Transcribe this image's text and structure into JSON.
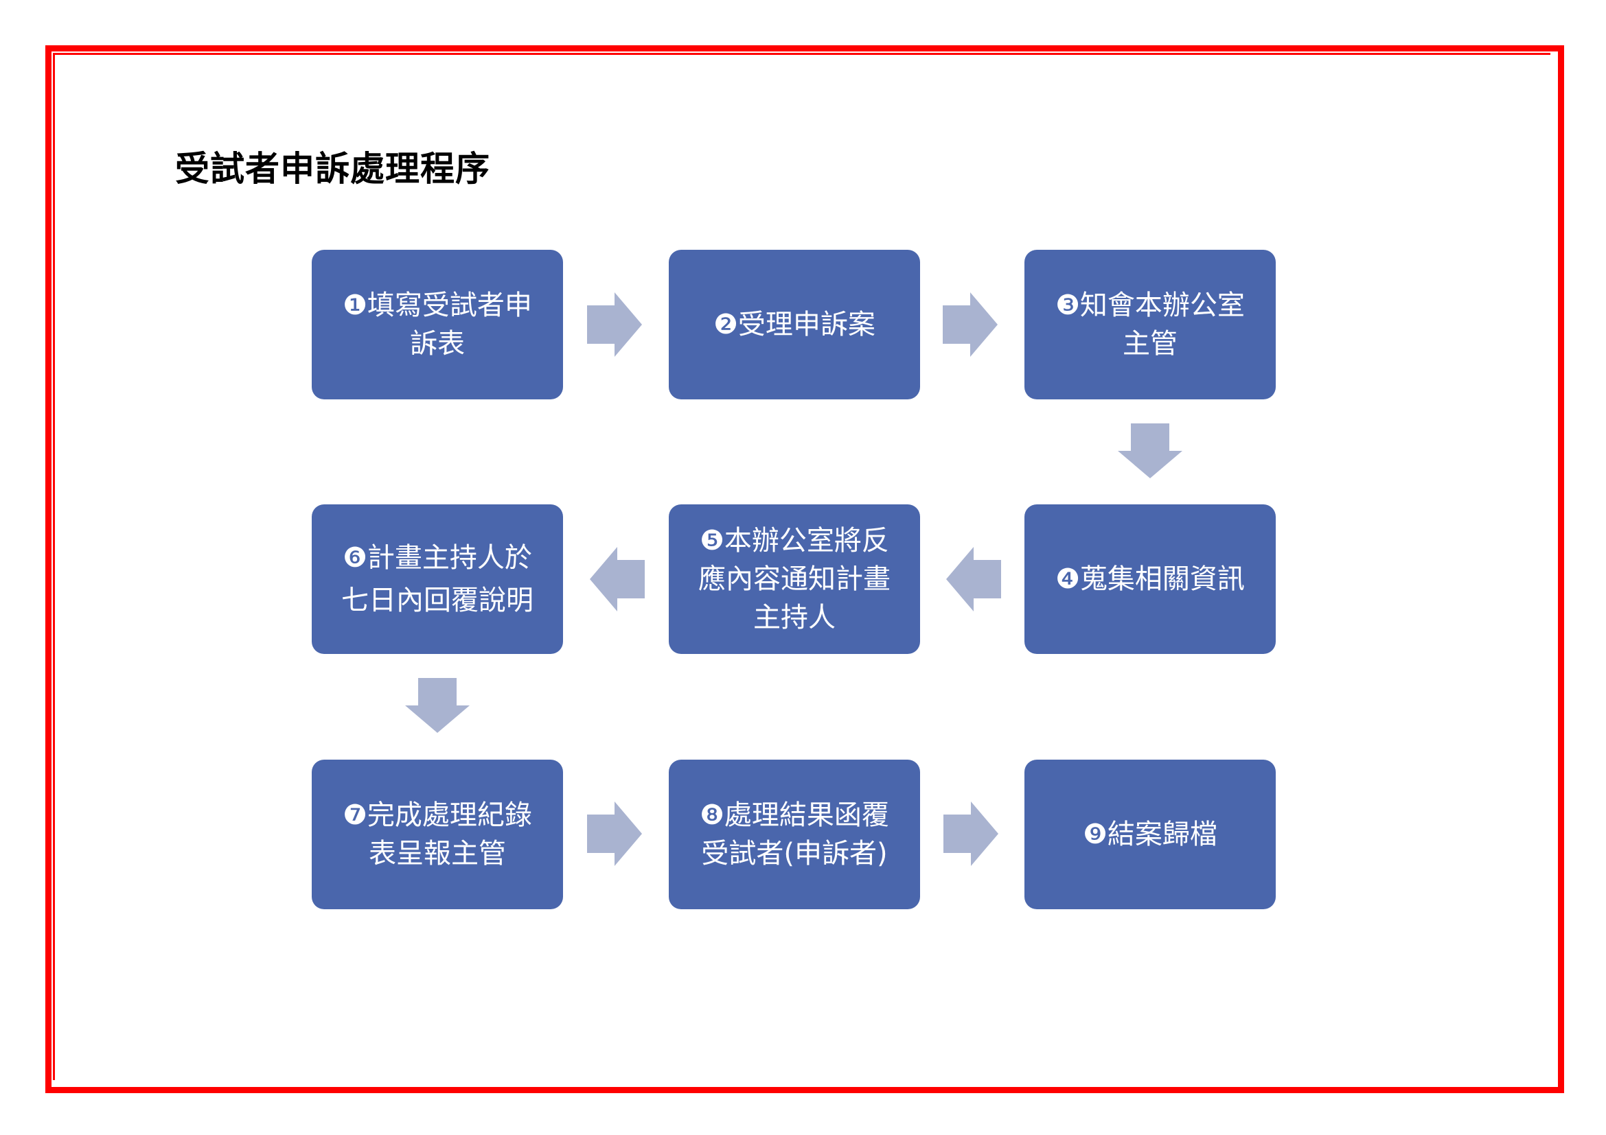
{
  "title": "受試者申訴處理程序",
  "colors": {
    "frame": "#ff0000",
    "box_fill": "#4a66ac",
    "box_text": "#ffffff",
    "arrow_fill": "#a9b3d0",
    "title_text": "#000000"
  },
  "steps": [
    {
      "number": "❶",
      "label": "填寫受試者申訴表"
    },
    {
      "number": "❷",
      "label": "受理申訴案"
    },
    {
      "number": "❸",
      "label": "知會本辦公室主管"
    },
    {
      "number": "❹",
      "label": "蒐集相關資訊"
    },
    {
      "number": "❺",
      "label": "本辦公室將反應內容通知計畫主持人"
    },
    {
      "number": "❻",
      "label": "計畫主持人於七日內回覆說明"
    },
    {
      "number": "❼",
      "label": "完成處理紀錄表呈報主管"
    },
    {
      "number": "❽",
      "label": "處理結果函覆受試者(申訴者)"
    },
    {
      "number": "❾",
      "label": "結案歸檔"
    }
  ],
  "box_text": {
    "s1": "❶填寫受試者申\n訴表",
    "s2": "❷受理申訴案",
    "s3": "❸知會本辦公室\n主管",
    "s4": "❹蒐集相關資訊",
    "s5": "❺本辦公室將反\n應內容通知計畫\n主持人",
    "s6": "❻計畫主持人於\n七日內回覆說明",
    "s7": "❼完成處理紀錄\n表呈報主管",
    "s8": "❽處理結果函覆\n受試者(申訴者)",
    "s9": "❾結案歸檔"
  },
  "flow": [
    {
      "from": 1,
      "to": 2,
      "direction": "right"
    },
    {
      "from": 2,
      "to": 3,
      "direction": "right"
    },
    {
      "from": 3,
      "to": 4,
      "direction": "down"
    },
    {
      "from": 4,
      "to": 5,
      "direction": "left"
    },
    {
      "from": 5,
      "to": 6,
      "direction": "left"
    },
    {
      "from": 6,
      "to": 7,
      "direction": "down"
    },
    {
      "from": 7,
      "to": 8,
      "direction": "right"
    },
    {
      "from": 8,
      "to": 9,
      "direction": "right"
    }
  ]
}
